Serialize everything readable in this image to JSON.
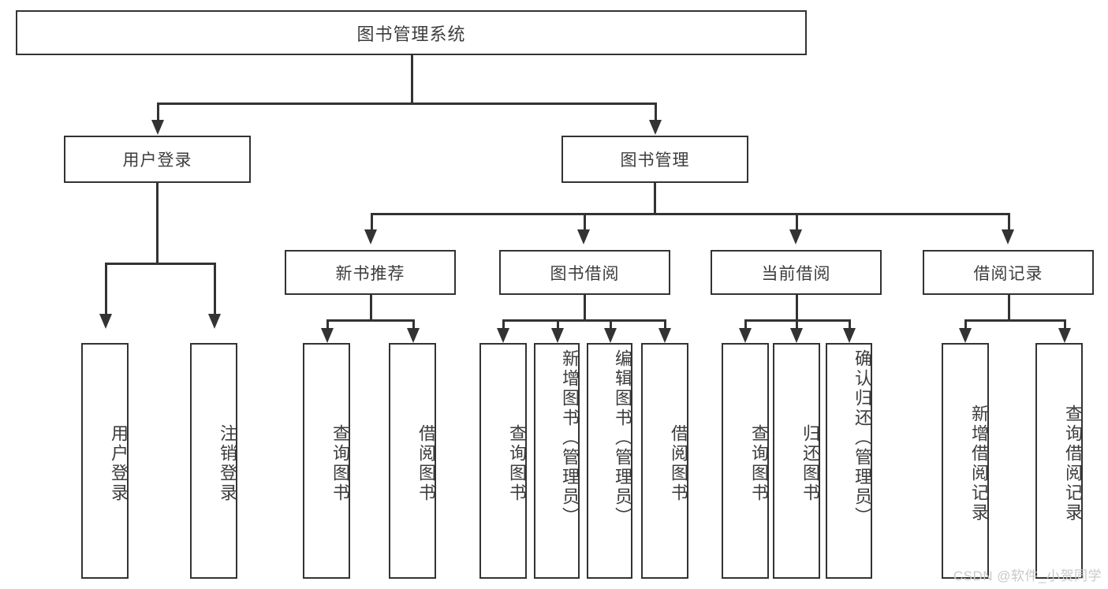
{
  "diagram": {
    "kind": "function-tree",
    "title": "图书管理系统",
    "watermark": "CSDN @软件_小贺同学",
    "colors": {
      "line": "#333333",
      "box_border": "#333333",
      "background": "#ffffff",
      "text": "#3c3c3c",
      "watermark": "#c9c9c9"
    },
    "root": {
      "label": "图书管理系统"
    },
    "level2": [
      {
        "label": "用户登录"
      },
      {
        "label": "图书管理"
      }
    ],
    "level3": [
      {
        "label": "新书推荐"
      },
      {
        "label": "图书借阅"
      },
      {
        "label": "当前借阅"
      },
      {
        "label": "借阅记录"
      }
    ],
    "leaves": {
      "user_login": [
        {
          "label": "用户登录"
        },
        {
          "label": "注销登录"
        }
      ],
      "new_book": [
        {
          "label": "查询图书"
        },
        {
          "label": "借阅图书"
        }
      ],
      "borrow": [
        {
          "label": "查询图书"
        },
        {
          "label": "新增图书（管理员）"
        },
        {
          "label": "编辑图书（管理员）"
        },
        {
          "label": "借阅图书"
        }
      ],
      "current": [
        {
          "label": "查询图书"
        },
        {
          "label": "归还图书"
        },
        {
          "label": "确认归还（管理员）"
        }
      ],
      "records": [
        {
          "label": "新增借阅记录"
        },
        {
          "label": "查询借阅记录"
        }
      ]
    }
  }
}
